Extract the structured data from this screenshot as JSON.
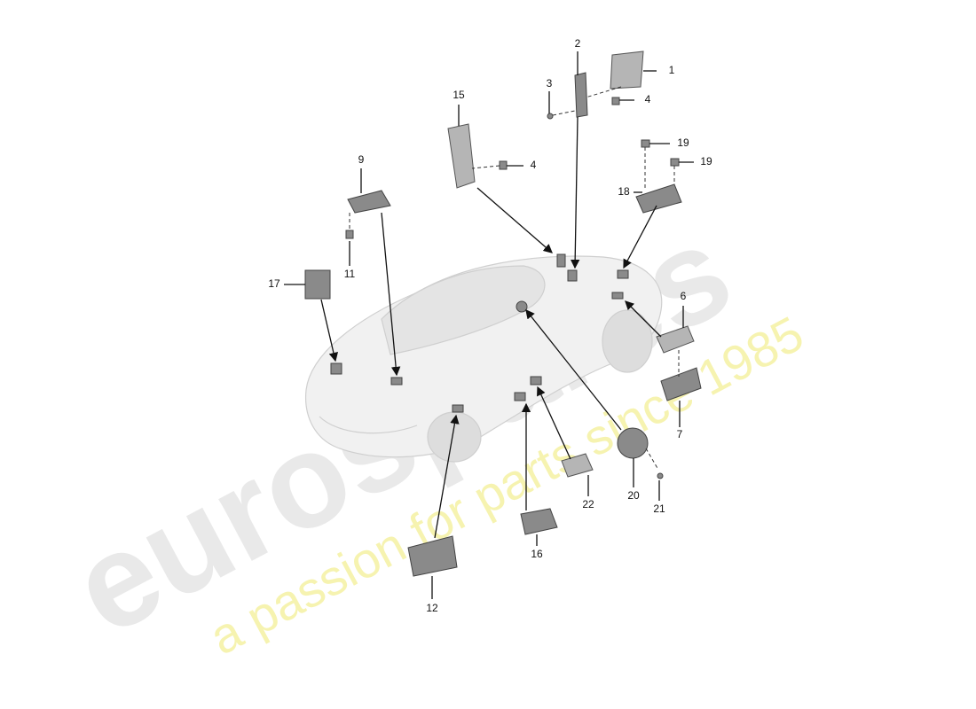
{
  "watermark": {
    "brand": "eurospares",
    "tagline": "a passion for parts since 1985"
  },
  "callouts": [
    "1",
    "2",
    "3",
    "4",
    "15",
    "4",
    "19",
    "19",
    "18",
    "9",
    "11",
    "17",
    "6",
    "7",
    "20",
    "21",
    "22",
    "16",
    "12"
  ]
}
